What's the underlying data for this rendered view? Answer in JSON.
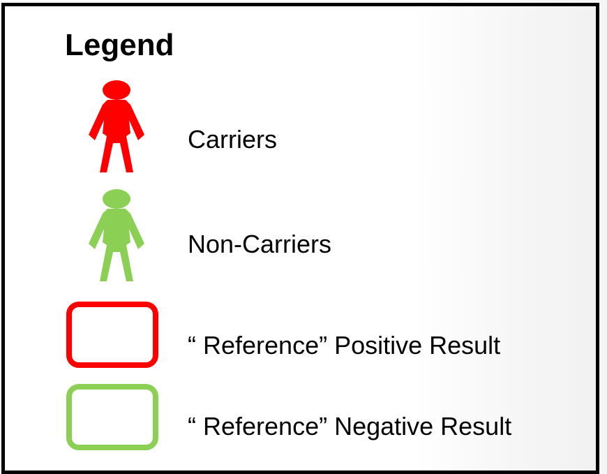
{
  "legend": {
    "title": "Legend",
    "items": [
      {
        "type": "figure",
        "icon": "person-icon",
        "color": "#ff0000",
        "label": "Carriers"
      },
      {
        "type": "figure",
        "icon": "person-icon",
        "color": "#8ccf55",
        "label": "Non-Carriers"
      },
      {
        "type": "box",
        "icon": "rounded-square-icon",
        "color": "#ff0000",
        "label": "“ Reference”  Positive Result"
      },
      {
        "type": "box",
        "icon": "rounded-square-icon",
        "color": "#8ccf55",
        "label": "“ Reference”  Negative Result"
      }
    ]
  }
}
